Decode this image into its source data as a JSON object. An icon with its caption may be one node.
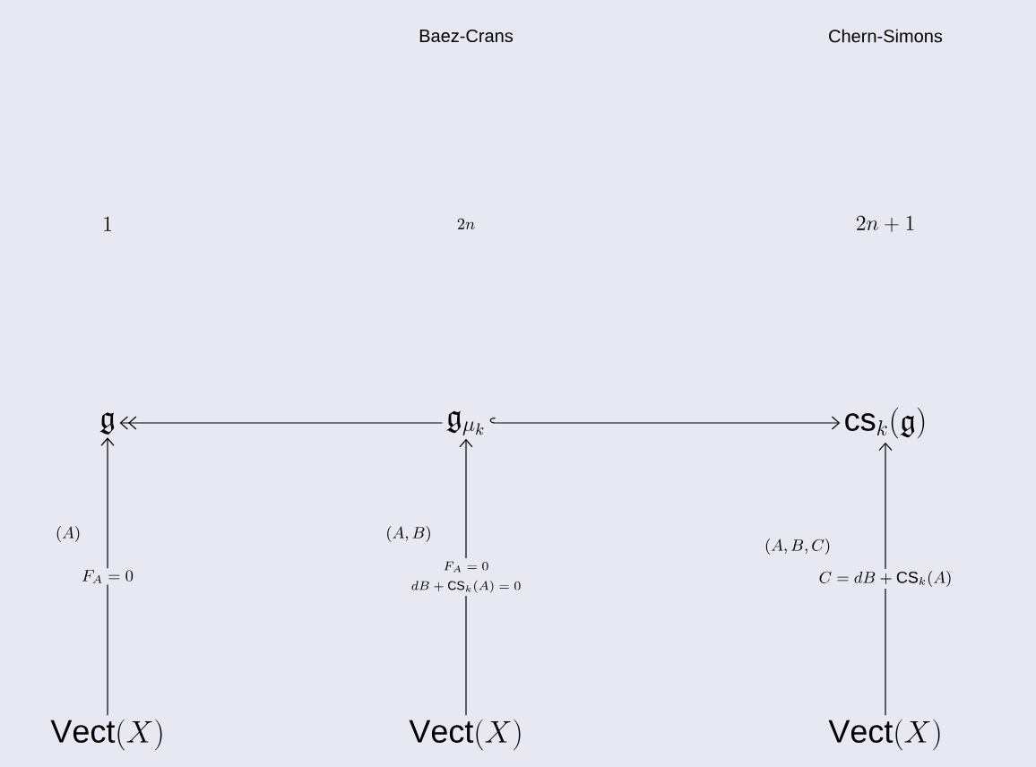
{
  "diagram": {
    "nodes": [
      {
        "text": [
          "\\mathfrak{g}"
        ]
      },
      {
        "text": [
          "\\mathfrak{g}_{\\mu_k}"
        ]
      },
      {
        "text": [
          "\\mathrm{cs}_k(\\mathfrak{g})"
        ]
      },
      {
        "text": [
          "\\mathrm{Vect}(X)"
        ]
      },
      {
        "text": [
          "\\mathrm{Vect}(X)"
        ]
      },
      {
        "text": [
          "\\mathrm{Vect}(X)"
        ]
      }
    ],
    "edges": [
      {
        "from": 1,
        "to": 0,
        "arrow": "to"
      },
      {
        "from": 1,
        "to": 2,
        "arrow": "to"
      },
      {
        "from": 3,
        "to": 0,
        "arrow": "to",
        "label": "F_A=0"
      },
      {
        "from": 4,
        "to": 1,
        "arrow": "to",
        "label": "\\begin{gathered}F_A=0\\\\ dB+\\mathrm{CS}_k(A)=0\\end{gathered}"
      },
      {
        "from": 5,
        "to": 2,
        "arrow": "to",
        "label": "C=dB+\\mathrm{CS}_k(A)"
      }
    ],
    "labels": [
      "Baez-Crans",
      "Chern-Simons",
      "1",
      "2n",
      "2n+1",
      "(A)",
      "(A,B)",
      "(A,B,C)"
    ]
  }
}
